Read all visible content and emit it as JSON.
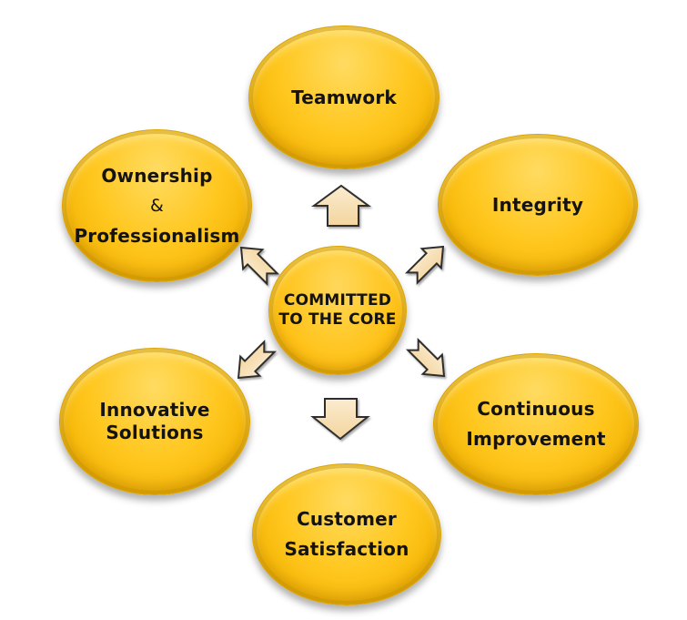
{
  "diagram": {
    "title": "Committed to the Core values diagram",
    "center": {
      "lines": [
        "COMMITTED",
        "TO THE CORE"
      ]
    },
    "nodes": [
      {
        "id": "teamwork",
        "lines": [
          "Teamwork"
        ]
      },
      {
        "id": "ownership-professionalism",
        "lines": [
          "Ownership",
          "&",
          "Professionalism"
        ]
      },
      {
        "id": "integrity",
        "lines": [
          "Integrity"
        ]
      },
      {
        "id": "innovative-solutions",
        "lines": [
          "Innovative",
          "Solutions"
        ]
      },
      {
        "id": "continuous-improvement",
        "lines": [
          "Continuous",
          "Improvement"
        ]
      },
      {
        "id": "customer-satisfaction",
        "lines": [
          "Customer",
          "Satisfaction"
        ]
      }
    ],
    "arrows": [
      "up-arrow",
      "up-left-arrow",
      "up-right-arrow",
      "down-left-arrow",
      "down-right-arrow",
      "down-arrow"
    ],
    "colors": {
      "bubble_gold": "#ffc71f",
      "bubble_rim": "#c89200",
      "bubble_highlight": "#ffdb61",
      "bubble_shadow_edge": "#e2a300",
      "arrow_fill": "#f7dfae",
      "arrow_stroke": "#2f2f2f",
      "text": "#131313",
      "background": "#ffffff"
    }
  }
}
